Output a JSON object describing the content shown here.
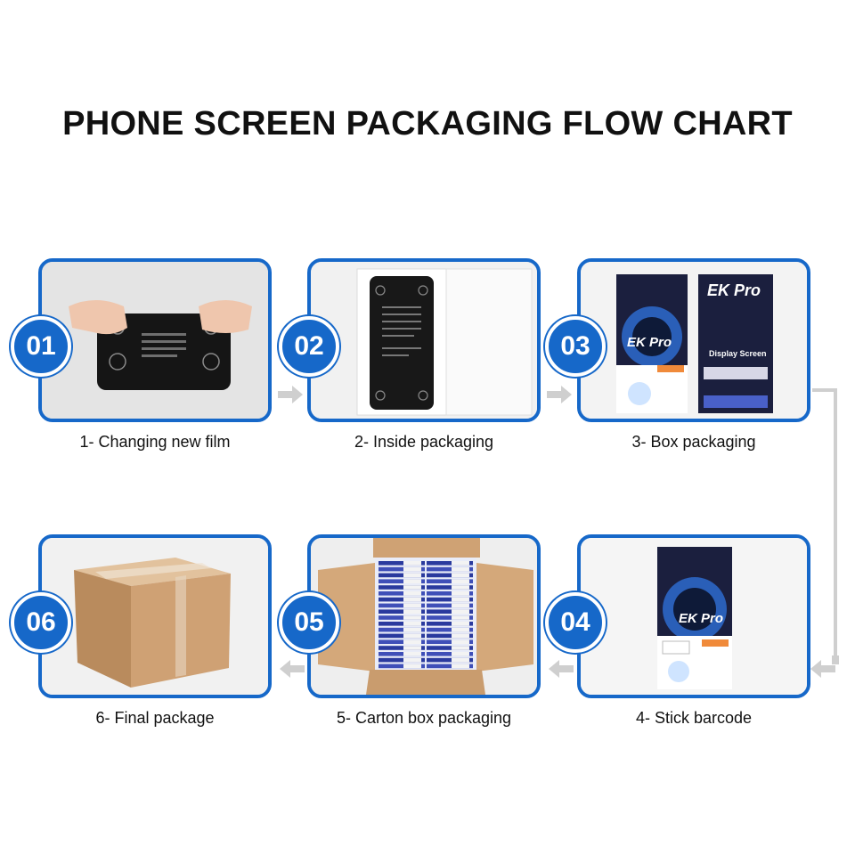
{
  "title": "PHONE SCREEN PACKAGING FLOW CHART",
  "brand_color": "#1668c9",
  "arrow_color": "#cfcfcf",
  "steps": [
    {
      "num": "01",
      "caption": "1- Changing new film"
    },
    {
      "num": "02",
      "caption": "2- Inside packaging"
    },
    {
      "num": "03",
      "caption": "3- Box packaging",
      "box_brand": "EK Pro",
      "box_label": "Display Screen"
    },
    {
      "num": "04",
      "caption": "4- Stick barcode",
      "box_brand": "EK Pro"
    },
    {
      "num": "05",
      "caption": "5- Carton box packaging"
    },
    {
      "num": "06",
      "caption": "6- Final package"
    }
  ]
}
